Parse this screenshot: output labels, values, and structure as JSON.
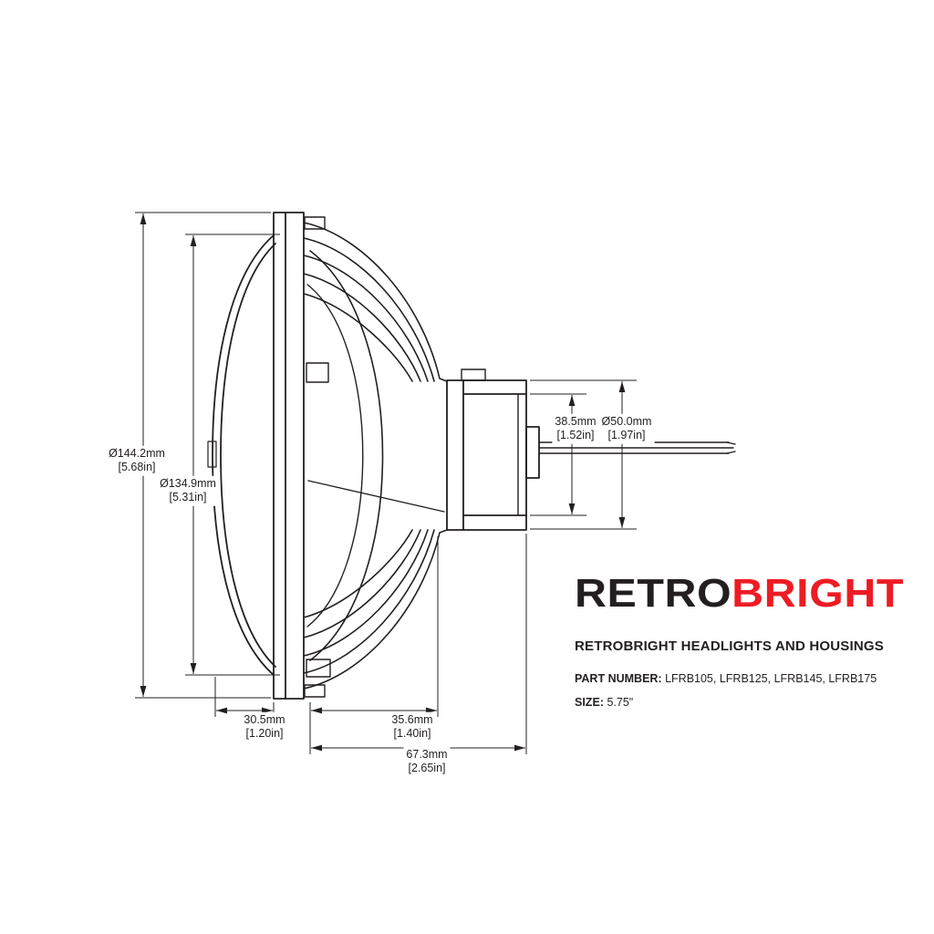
{
  "page": {
    "background": "#ffffff",
    "line_color": "#231f20"
  },
  "dimensions": {
    "outer_diameter": {
      "mm": "Ø144.2mm",
      "in": "[5.68in]"
    },
    "lens_diameter": {
      "mm": "Ø134.9mm",
      "in": "[5.31in]"
    },
    "connector_height": {
      "mm": "38.5mm",
      "in": "[1.52in]"
    },
    "rear_diameter": {
      "mm": "Ø50.0mm",
      "in": "[1.97in]"
    },
    "lens_depth": {
      "mm": "30.5mm",
      "in": "[1.20in]"
    },
    "body_depth": {
      "mm": "35.6mm",
      "in": "[1.40in]"
    },
    "overall_depth": {
      "mm": "67.3mm",
      "in": "[2.65in]"
    }
  },
  "info": {
    "logo_retro": "RETRO",
    "logo_bright": "BRIGHT",
    "brand_black": "#231f20",
    "brand_red": "#ed1c24",
    "title": "RETROBRIGHT HEADLIGHTS AND HOUSINGS",
    "part_number_label": "PART NUMBER:",
    "part_numbers": "LFRB105, LFRB125, LFRB145, LFRB175",
    "size_label": "SIZE:",
    "size_value": "5.75\""
  }
}
